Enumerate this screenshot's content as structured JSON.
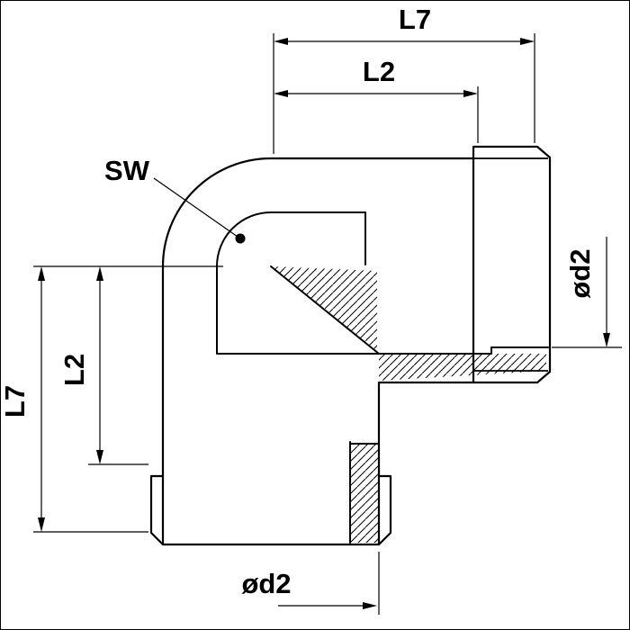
{
  "drawing": {
    "title": "90-degree elbow fitting technical drawing",
    "colors": {
      "line": "#000000",
      "background": "#ffffff"
    },
    "labels": {
      "l7_top": "L7",
      "l2_top": "L2",
      "sw": "SW",
      "od2_right": "ød2",
      "l7_left": "L7",
      "l2_left": "L2",
      "od2_bottom": "ød2"
    }
  }
}
